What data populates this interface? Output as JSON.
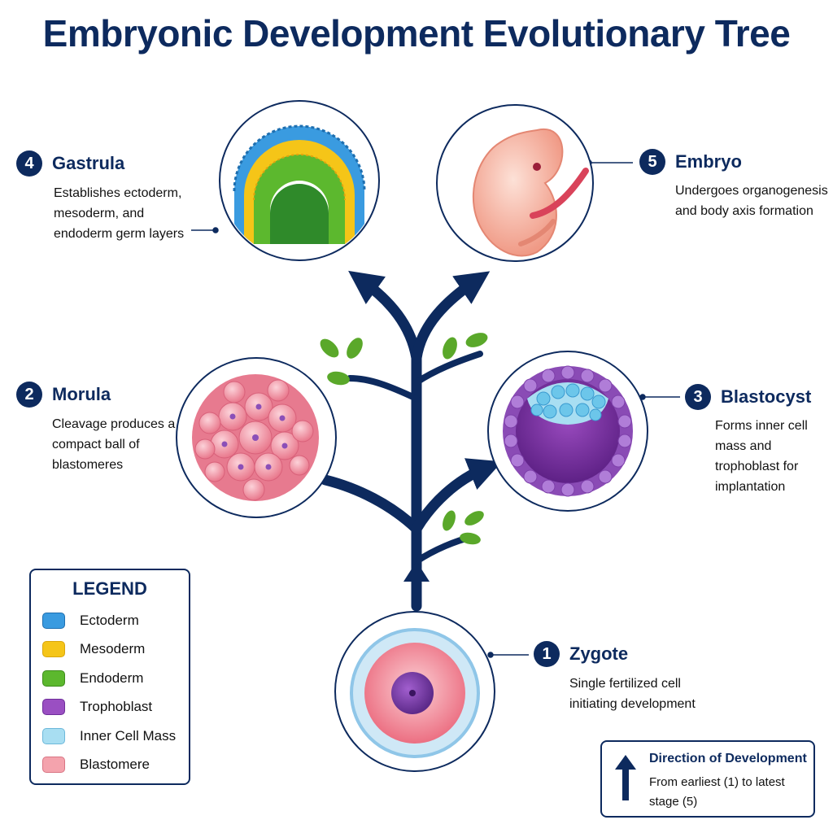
{
  "title": "Embryonic Development Evolutionary Tree",
  "stages": [
    {
      "number": "1",
      "name": "Zygote",
      "description": "Single fertilized cell initiating development"
    },
    {
      "number": "2",
      "name": "Morula",
      "description": "Cleavage produces a compact ball of blastomeres"
    },
    {
      "number": "3",
      "name": "Blastocyst",
      "description": "Forms inner cell mass and trophoblast for implantation"
    },
    {
      "number": "4",
      "name": "Gastrula",
      "description": "Establishes ectoderm, mesoderm, and endoderm germ layers"
    },
    {
      "number": "5",
      "name": "Embryo",
      "description": "Undergoes organogenesis and body axis formation"
    }
  ],
  "legend": {
    "title": "LEGEND",
    "items": [
      {
        "label": "Ectoderm",
        "color": "#3a9be0"
      },
      {
        "label": "Mesoderm",
        "color": "#f5c518"
      },
      {
        "label": "Endoderm",
        "color": "#5cb82e"
      },
      {
        "label": "Trophoblast",
        "color": "#9a4fc2"
      },
      {
        "label": "Inner Cell Mass",
        "color": "#a8def2"
      },
      {
        "label": "Blastomere",
        "color": "#f4a3ad"
      }
    ]
  },
  "direction": {
    "title": "Direction of Development",
    "text": "From earliest (1) to latest stage (5)"
  },
  "colors": {
    "navy": "#0d2a5e",
    "leaf": "#5aa82a"
  }
}
